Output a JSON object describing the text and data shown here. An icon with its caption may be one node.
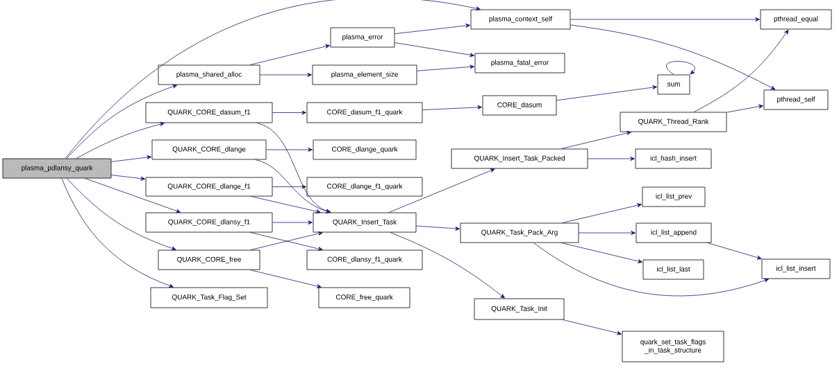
{
  "diagram": {
    "nodes": [
      {
        "text": [
          "plasma_pdlansy_quark"
        ]
      },
      {
        "text": [
          "plasma_context_self"
        ]
      },
      {
        "text": [
          "plasma_error"
        ]
      },
      {
        "text": [
          "plasma_shared_alloc"
        ]
      },
      {
        "text": [
          "plasma_element_size"
        ]
      },
      {
        "text": [
          "plasma_fatal_error"
        ]
      },
      {
        "text": [
          "pthread_equal"
        ]
      },
      {
        "text": [
          "sum"
        ]
      },
      {
        "text": [
          "pthread_self"
        ]
      },
      {
        "text": [
          "QUARK_CORE_dasum_f1"
        ]
      },
      {
        "text": [
          "CORE_dasum_f1_quark"
        ]
      },
      {
        "text": [
          "CORE_dasum"
        ]
      },
      {
        "text": [
          "QUARK_Thread_Rank"
        ]
      },
      {
        "text": [
          "QUARK_CORE_dlange"
        ]
      },
      {
        "text": [
          "CORE_dlange_quark"
        ]
      },
      {
        "text": [
          "QUARK_Insert_Task_Packed"
        ]
      },
      {
        "text": [
          "icl_hash_insert"
        ]
      },
      {
        "text": [
          "QUARK_CORE_dlange_f1"
        ]
      },
      {
        "text": [
          "CORE_dlange_f1_quark"
        ]
      },
      {
        "text": [
          "icl_list_prev"
        ]
      },
      {
        "text": [
          "QUARK_CORE_dlansy_f1"
        ]
      },
      {
        "text": [
          "QUARK_Insert_Task"
        ]
      },
      {
        "text": [
          "QUARK_Task_Pack_Arg"
        ]
      },
      {
        "text": [
          "icl_list_append"
        ]
      },
      {
        "text": [
          "QUARK_CORE_free"
        ]
      },
      {
        "text": [
          "CORE_dlansy_f1_quark"
        ]
      },
      {
        "text": [
          "icl_list_last"
        ]
      },
      {
        "text": [
          "icl_list_insert"
        ]
      },
      {
        "text": [
          "QUARK_Task_Flag_Set"
        ]
      },
      {
        "text": [
          "CORE_free_quark"
        ]
      },
      {
        "text": [
          "QUARK_Task_Init"
        ]
      },
      {
        "text": [
          "quark_set_task_flags _in_task_structure"
        ]
      }
    ],
    "edges": [
      {
        "from": 0,
        "to": 1,
        "arrow": "to"
      },
      {
        "from": 0,
        "to": 3,
        "arrow": "to"
      },
      {
        "from": 0,
        "to": 9,
        "arrow": "to"
      },
      {
        "from": 0,
        "to": 13,
        "arrow": "to"
      },
      {
        "from": 0,
        "to": 17,
        "arrow": "to"
      },
      {
        "from": 0,
        "to": 20,
        "arrow": "to"
      },
      {
        "from": 0,
        "to": 24,
        "arrow": "to"
      },
      {
        "from": 0,
        "to": 28,
        "arrow": "to"
      },
      {
        "from": 3,
        "to": 2,
        "arrow": "to"
      },
      {
        "from": 3,
        "to": 4,
        "arrow": "to"
      },
      {
        "from": 2,
        "to": 1,
        "arrow": "to"
      },
      {
        "from": 2,
        "to": 5,
        "arrow": "to"
      },
      {
        "from": 4,
        "to": 5,
        "arrow": "to"
      },
      {
        "from": 1,
        "to": 6,
        "arrow": "to"
      },
      {
        "from": 1,
        "to": 8,
        "arrow": "to"
      },
      {
        "from": 9,
        "to": 10,
        "arrow": "to"
      },
      {
        "from": 9,
        "to": 21,
        "arrow": "to"
      },
      {
        "from": 10,
        "to": 11,
        "arrow": "to"
      },
      {
        "from": 11,
        "to": 7,
        "arrow": "to"
      },
      {
        "from": 7,
        "to": 7,
        "arrow": "to"
      },
      {
        "from": 13,
        "to": 14,
        "arrow": "to"
      },
      {
        "from": 13,
        "to": 21,
        "arrow": "to"
      },
      {
        "from": 17,
        "to": 18,
        "arrow": "to"
      },
      {
        "from": 17,
        "to": 21,
        "arrow": "to"
      },
      {
        "from": 20,
        "to": 21,
        "arrow": "to"
      },
      {
        "from": 20,
        "to": 25,
        "arrow": "to"
      },
      {
        "from": 24,
        "to": 21,
        "arrow": "to"
      },
      {
        "from": 24,
        "to": 29,
        "arrow": "to"
      },
      {
        "from": 21,
        "to": 15,
        "arrow": "to"
      },
      {
        "from": 21,
        "to": 22,
        "arrow": "to"
      },
      {
        "from": 21,
        "to": 30,
        "arrow": "to"
      },
      {
        "from": 15,
        "to": 12,
        "arrow": "to"
      },
      {
        "from": 15,
        "to": 16,
        "arrow": "to"
      },
      {
        "from": 12,
        "to": 6,
        "arrow": "to"
      },
      {
        "from": 12,
        "to": 8,
        "arrow": "to"
      },
      {
        "from": 22,
        "to": 19,
        "arrow": "to"
      },
      {
        "from": 22,
        "to": 23,
        "arrow": "to"
      },
      {
        "from": 22,
        "to": 26,
        "arrow": "to"
      },
      {
        "from": 22,
        "to": 27,
        "arrow": "to"
      },
      {
        "from": 23,
        "to": 27,
        "arrow": "to"
      },
      {
        "from": 30,
        "to": 31,
        "arrow": "to"
      }
    ]
  }
}
